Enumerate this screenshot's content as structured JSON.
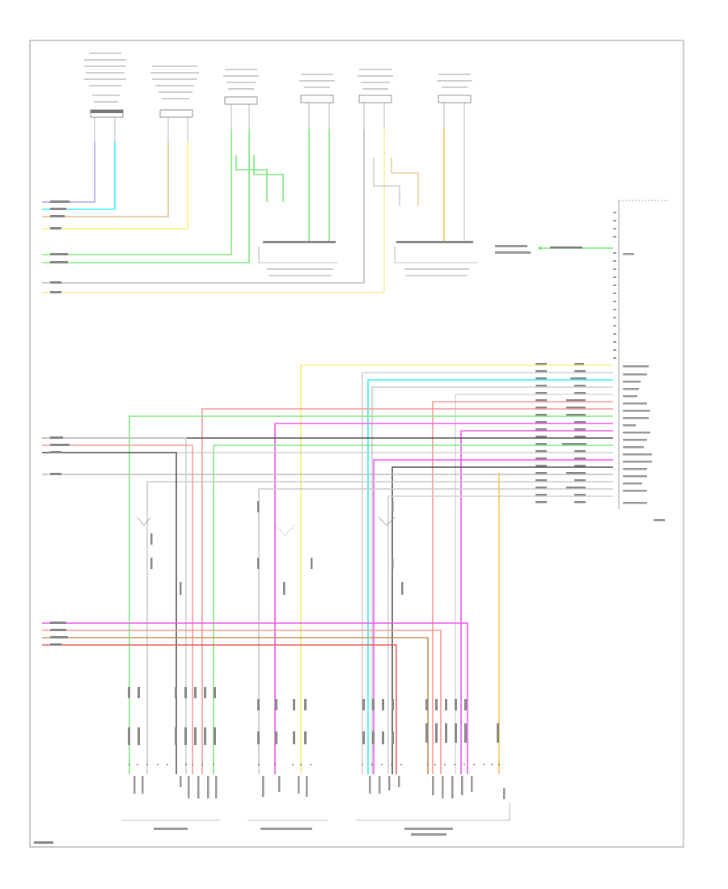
{
  "diagram": {
    "footer_id": "",
    "module_label": "",
    "colors": {
      "background": "#ffffff",
      "frame": "#9a9a9a",
      "purple": "#a9a7ee",
      "cyan": "#3ff0f0",
      "tan": "#d8bf88",
      "yellow": "#f8f07a",
      "green": "#7ee87e",
      "gray": "#bdbdbd",
      "pink": "#f59a9a",
      "magenta": "#f05af0",
      "dark": "#555555",
      "orange": "#f4c65a",
      "lightyellow": "#f8f8c0"
    },
    "top_speakers": [
      {
        "id": "spk1",
        "label": ""
      },
      {
        "id": "spk2",
        "label": ""
      },
      {
        "id": "spk3",
        "label": ""
      },
      {
        "id": "spk4",
        "label": ""
      },
      {
        "id": "spk5",
        "label": ""
      },
      {
        "id": "spk6",
        "label": ""
      }
    ],
    "bottom_modules": [
      {
        "id": "mod1",
        "label": ""
      },
      {
        "id": "mod2",
        "label": ""
      },
      {
        "id": "mod3",
        "label": ""
      }
    ]
  }
}
